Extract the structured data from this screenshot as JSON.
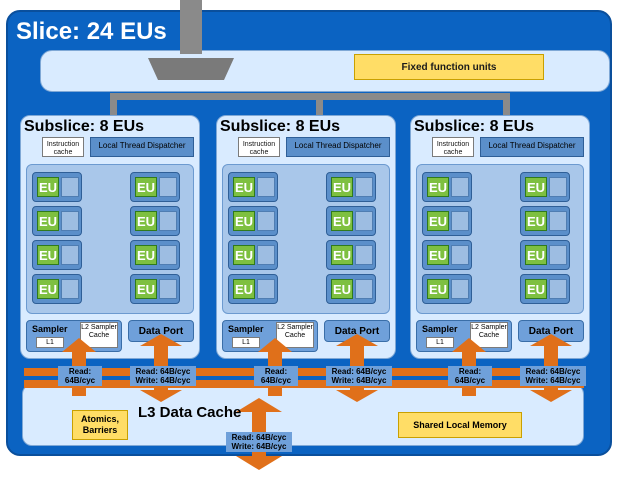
{
  "slice": {
    "title": "Slice: 24 EUs"
  },
  "fixed_function": {
    "label": "Fixed function units"
  },
  "subslices": [
    {
      "title": "Subslice: 8 EUs",
      "icache": "Instruction cache",
      "dispatcher": "Local Thread Dispatcher",
      "eu_label": "EU",
      "sampler": "Sampler",
      "l1": "L1",
      "l2": "L2 Sampler Cache",
      "dataport": "Data Port",
      "read": "Read: 64B/cyc",
      "readwrite": "Read: 64B/cyc Write: 64B/cyc"
    },
    {
      "title": "Subslice: 8 EUs",
      "icache": "Instruction cache",
      "dispatcher": "Local Thread Dispatcher",
      "eu_label": "EU",
      "sampler": "Sampler",
      "l1": "L1",
      "l2": "L2 Sampler Cache",
      "dataport": "Data Port",
      "read": "Read: 64B/cyc",
      "readwrite": "Read: 64B/cyc Write: 64B/cyc"
    },
    {
      "title": "Subslice: 8 EUs",
      "icache": "Instruction cache",
      "dispatcher": "Local Thread Dispatcher",
      "eu_label": "EU",
      "sampler": "Sampler",
      "l1": "L1",
      "l2": "L2 Sampler Cache",
      "dataport": "Data Port",
      "read": "Read: 64B/cyc",
      "readwrite": "Read: 64B/cyc Write: 64B/cyc"
    }
  ],
  "l3": {
    "title": "L3 Data Cache",
    "atomics": "Atomics, Barriers",
    "slm": "Shared Local Memory",
    "bottom_rate": "Read: 64B/cyc Write: 64B/cyc"
  },
  "colors": {
    "accent": "#0b63c2",
    "arrow": "#e0701a",
    "eu_green": "#7ec040",
    "yellow": "#ffdd66"
  }
}
